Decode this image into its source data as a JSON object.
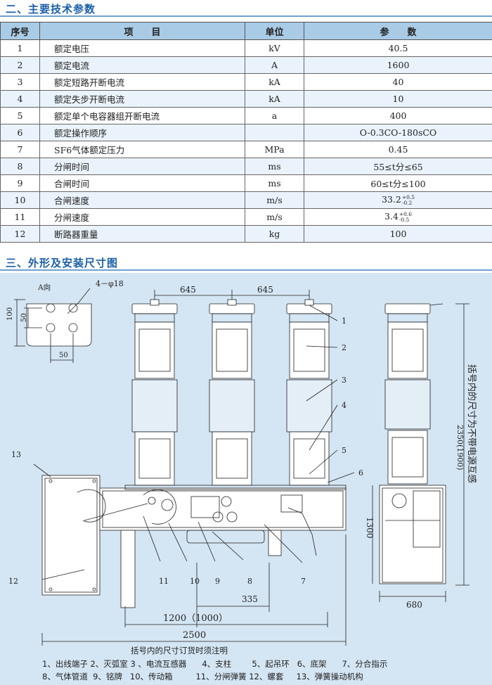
{
  "section2": {
    "title": "二、主要技术参数"
  },
  "table": {
    "headers": [
      "序号",
      "项　　目",
      "单位",
      "参　　数"
    ],
    "rows": [
      {
        "no": "1",
        "item": "额定电压",
        "unit": "kV",
        "value": "40.5"
      },
      {
        "no": "2",
        "item": "额定电流",
        "unit": "A",
        "value": "1600"
      },
      {
        "no": "3",
        "item": "额定短路开断电流",
        "unit": "kA",
        "value": "40"
      },
      {
        "no": "4",
        "item": "额定失步开断电流",
        "unit": "kA",
        "value": "10"
      },
      {
        "no": "5",
        "item": "额定单个电容器组开断电流",
        "unit": "a",
        "value": "400"
      },
      {
        "no": "6",
        "item": "额定操作顺序",
        "unit": "",
        "value": "O-0.3CO-180sCO"
      },
      {
        "no": "7",
        "item": "SF6气体额定压力",
        "unit": "MPa",
        "value": "0.45"
      },
      {
        "no": "8",
        "item": "分闸时间",
        "unit": "ms",
        "value": "55≤t分≤65"
      },
      {
        "no": "9",
        "item": "合闸时间",
        "unit": "ms",
        "value": "60≤t分≤100"
      },
      {
        "no": "10",
        "item": "合闸速度",
        "unit": "m/s",
        "value": "33.2",
        "tol_up": "+0.5",
        "tol_dn": "-0.2"
      },
      {
        "no": "11",
        "item": "分闸速度",
        "unit": "m/s",
        "value": "3.4",
        "tol_up": "+0.6",
        "tol_dn": "-0.5"
      },
      {
        "no": "12",
        "item": "断路器重量",
        "unit": "kg",
        "value": "100"
      }
    ]
  },
  "section3": {
    "title": "三、外形及安装尺寸图"
  },
  "drawing": {
    "view_label": "A向",
    "hole_label": "4－φ18",
    "dims": {
      "d100": "100",
      "d50v": "50",
      "d50h": "50",
      "d645a": "645",
      "d645b": "645",
      "d2350": "2350(1900)",
      "d1300": "1300",
      "d335": "335",
      "d1200": "1200（1000）",
      "d2500": "2500",
      "d680": "680"
    },
    "callouts": [
      "1",
      "2",
      "3",
      "4",
      "5",
      "6",
      "7",
      "8",
      "9",
      "10",
      "11",
      "12",
      "13"
    ],
    "side_note": "括号内的尺寸为不带电源互感",
    "bottom_note": "括号内的尺寸订货时须注明"
  },
  "legend": {
    "line1": "1、出线端子 2、灭弧室 3 、电流互感器      4、支柱        5、起吊环   6、底架      7、分合指示",
    "line2": "8、气体管道  9、铭牌   10、传动箱         11、分闸弹簧 12、螺套     13、弹簧操动机构"
  },
  "colors": {
    "accent": "#1a5fa8",
    "header_bg": "#a9cbe6",
    "drawing_bg": "#d4e5f3"
  }
}
